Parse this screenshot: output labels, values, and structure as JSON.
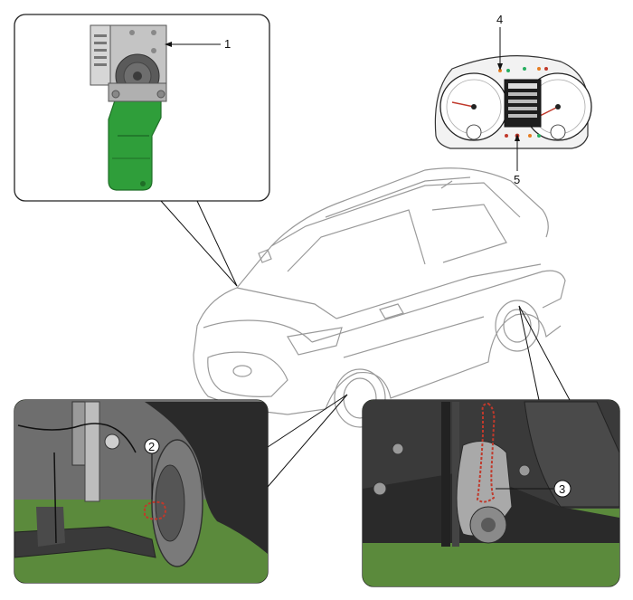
{
  "diagram": {
    "callouts": [
      {
        "id": "1",
        "label": "1",
        "part": "abs-module"
      },
      {
        "id": "2",
        "label": "2",
        "part": "front-wheel-speed-sensor"
      },
      {
        "id": "3",
        "label": "3",
        "part": "rear-wheel-speed-sensor"
      },
      {
        "id": "4",
        "label": "4",
        "part": "cluster-warning-lamp-upper"
      },
      {
        "id": "5",
        "label": "5",
        "part": "cluster-warning-lamp-lower"
      }
    ]
  },
  "colors": {
    "bracket_green": "#2f9e3a",
    "bracket_green_dark": "#1f6e27",
    "module_gray": "#b8b8b8",
    "motor_dark": "#505050",
    "undercarriage_dark": "#2a2a2a",
    "ground_green": "#5b8a3c",
    "sensor_outline": "#c0392b",
    "car_line": "#9a9a9a"
  }
}
